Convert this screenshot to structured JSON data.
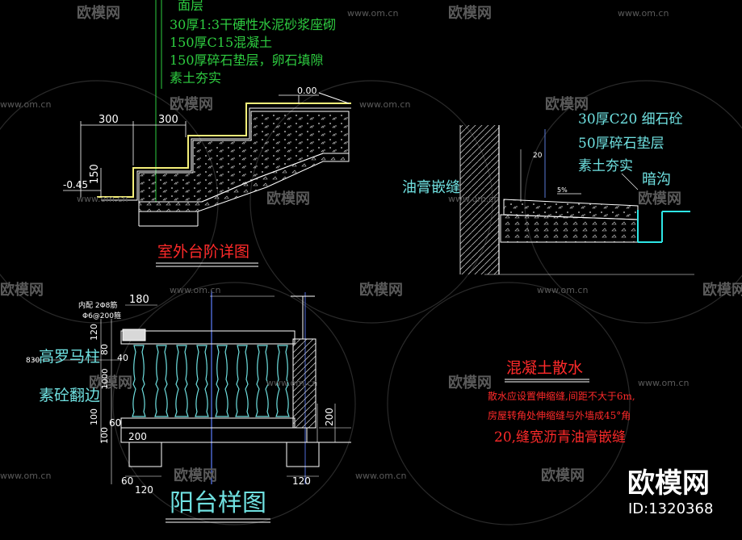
{
  "watermark": {
    "site": "www.om.cn",
    "brand": "欧模网",
    "id_text": "ID:1320368"
  },
  "steps_detail": {
    "title": "室外台阶详图",
    "layers": [
      "面层",
      "30厚1:3干硬性水泥砂浆座砌",
      "150厚C15混凝土",
      "150厚碎石垫层，卵石填隙",
      "素土夯实"
    ],
    "dim_300_a": "300",
    "dim_300_b": "300",
    "dim_150": "150",
    "level_top": "0.00",
    "level_bottom": "-0.45"
  },
  "apron_detail": {
    "layers": [
      "30厚C20 细石砼",
      "50厚碎石垫层",
      "素土夯实"
    ],
    "label_joint": "油膏嵌缝",
    "label_ditch": "暗沟",
    "dim_20": "20",
    "slope": "5%"
  },
  "balcony_detail": {
    "title": "阳台样图",
    "label_column": "高罗马柱",
    "label_curb": "素砼翻边",
    "rebar_note": [
      "内配 2Φ8筋",
      "Φ6@200箍"
    ],
    "dims": {
      "d180": "180",
      "d120a": "120",
      "d80": "80",
      "d40": "40",
      "d830": "830",
      "d100a": "100",
      "d60a": "60",
      "d100b": "100",
      "d200a": "200",
      "d200b": "200",
      "d60b": "60",
      "d120b": "120",
      "d120c": "120",
      "d1000": "1000"
    }
  },
  "apron_notes": {
    "title": "混凝土散水",
    "lines": [
      "散水应设置伸缩缝,间距不大于6m,",
      "房屋转角处伸缩缝与外墙成45°角"
    ],
    "joint_note": "20,缝宽沥青油膏嵌缝"
  }
}
